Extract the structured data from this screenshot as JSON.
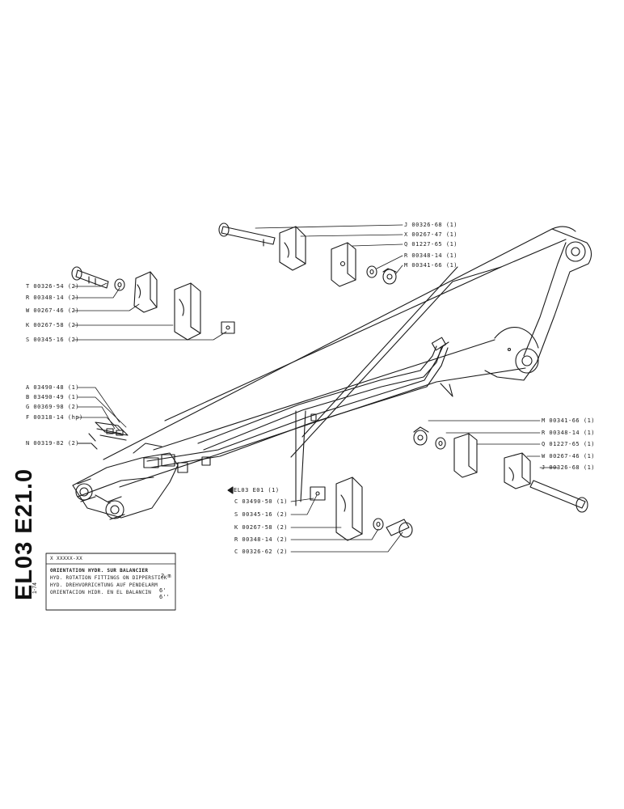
{
  "sheet": {
    "code": "EL03 E21.0",
    "date": "1-74",
    "title_box": {
      "code": "X XXXXX-XX",
      "lines": [
        "ORIENTATION HYDR. SUR BALANCIER",
        "HYD. ROTATION FITTINGS ON DIPPERSTICK",
        "HYD. DREHVORRICHTUNG AUF PENDELARM",
        "ORIENTACION HIDR. EN EL BALANCIN"
      ],
      "size_metric": "2 m",
      "size_imperial": "6' 6''"
    },
    "ref_label": "EL03  E01 (1)"
  },
  "callouts": {
    "top_right": [
      "J 00326-68 (1)",
      "X 00267-47 (1)",
      "Q 01227-65 (1)",
      "R 00348-14 (1)",
      "M 00341-66 (1)"
    ],
    "upper_left": [
      "T 00326-54 (2)",
      "R 00348-14 (2)",
      "W 00267-46 (2)",
      "K 00267-58 (2)",
      "S 00345-16 (2)"
    ],
    "left_mid": [
      "A 03490-48 (1)",
      "B 03490-49 (1)",
      "G 00369-98 (2)",
      "F 00318-14 (hp)",
      "N 00319-82 (2)"
    ],
    "right_mid": [
      "M 00341-66 (1)",
      "R 00348-14 (1)",
      "Q 01227-65 (1)",
      "W 00267-46 (1)",
      "J 00326-68 (1)"
    ],
    "bottom_center": [
      "C 03490-50 (1)",
      "S 00345-16 (2)",
      "K 00267-58 (2)",
      "R 00348-14 (2)",
      "C 00326-62 (2)"
    ]
  }
}
